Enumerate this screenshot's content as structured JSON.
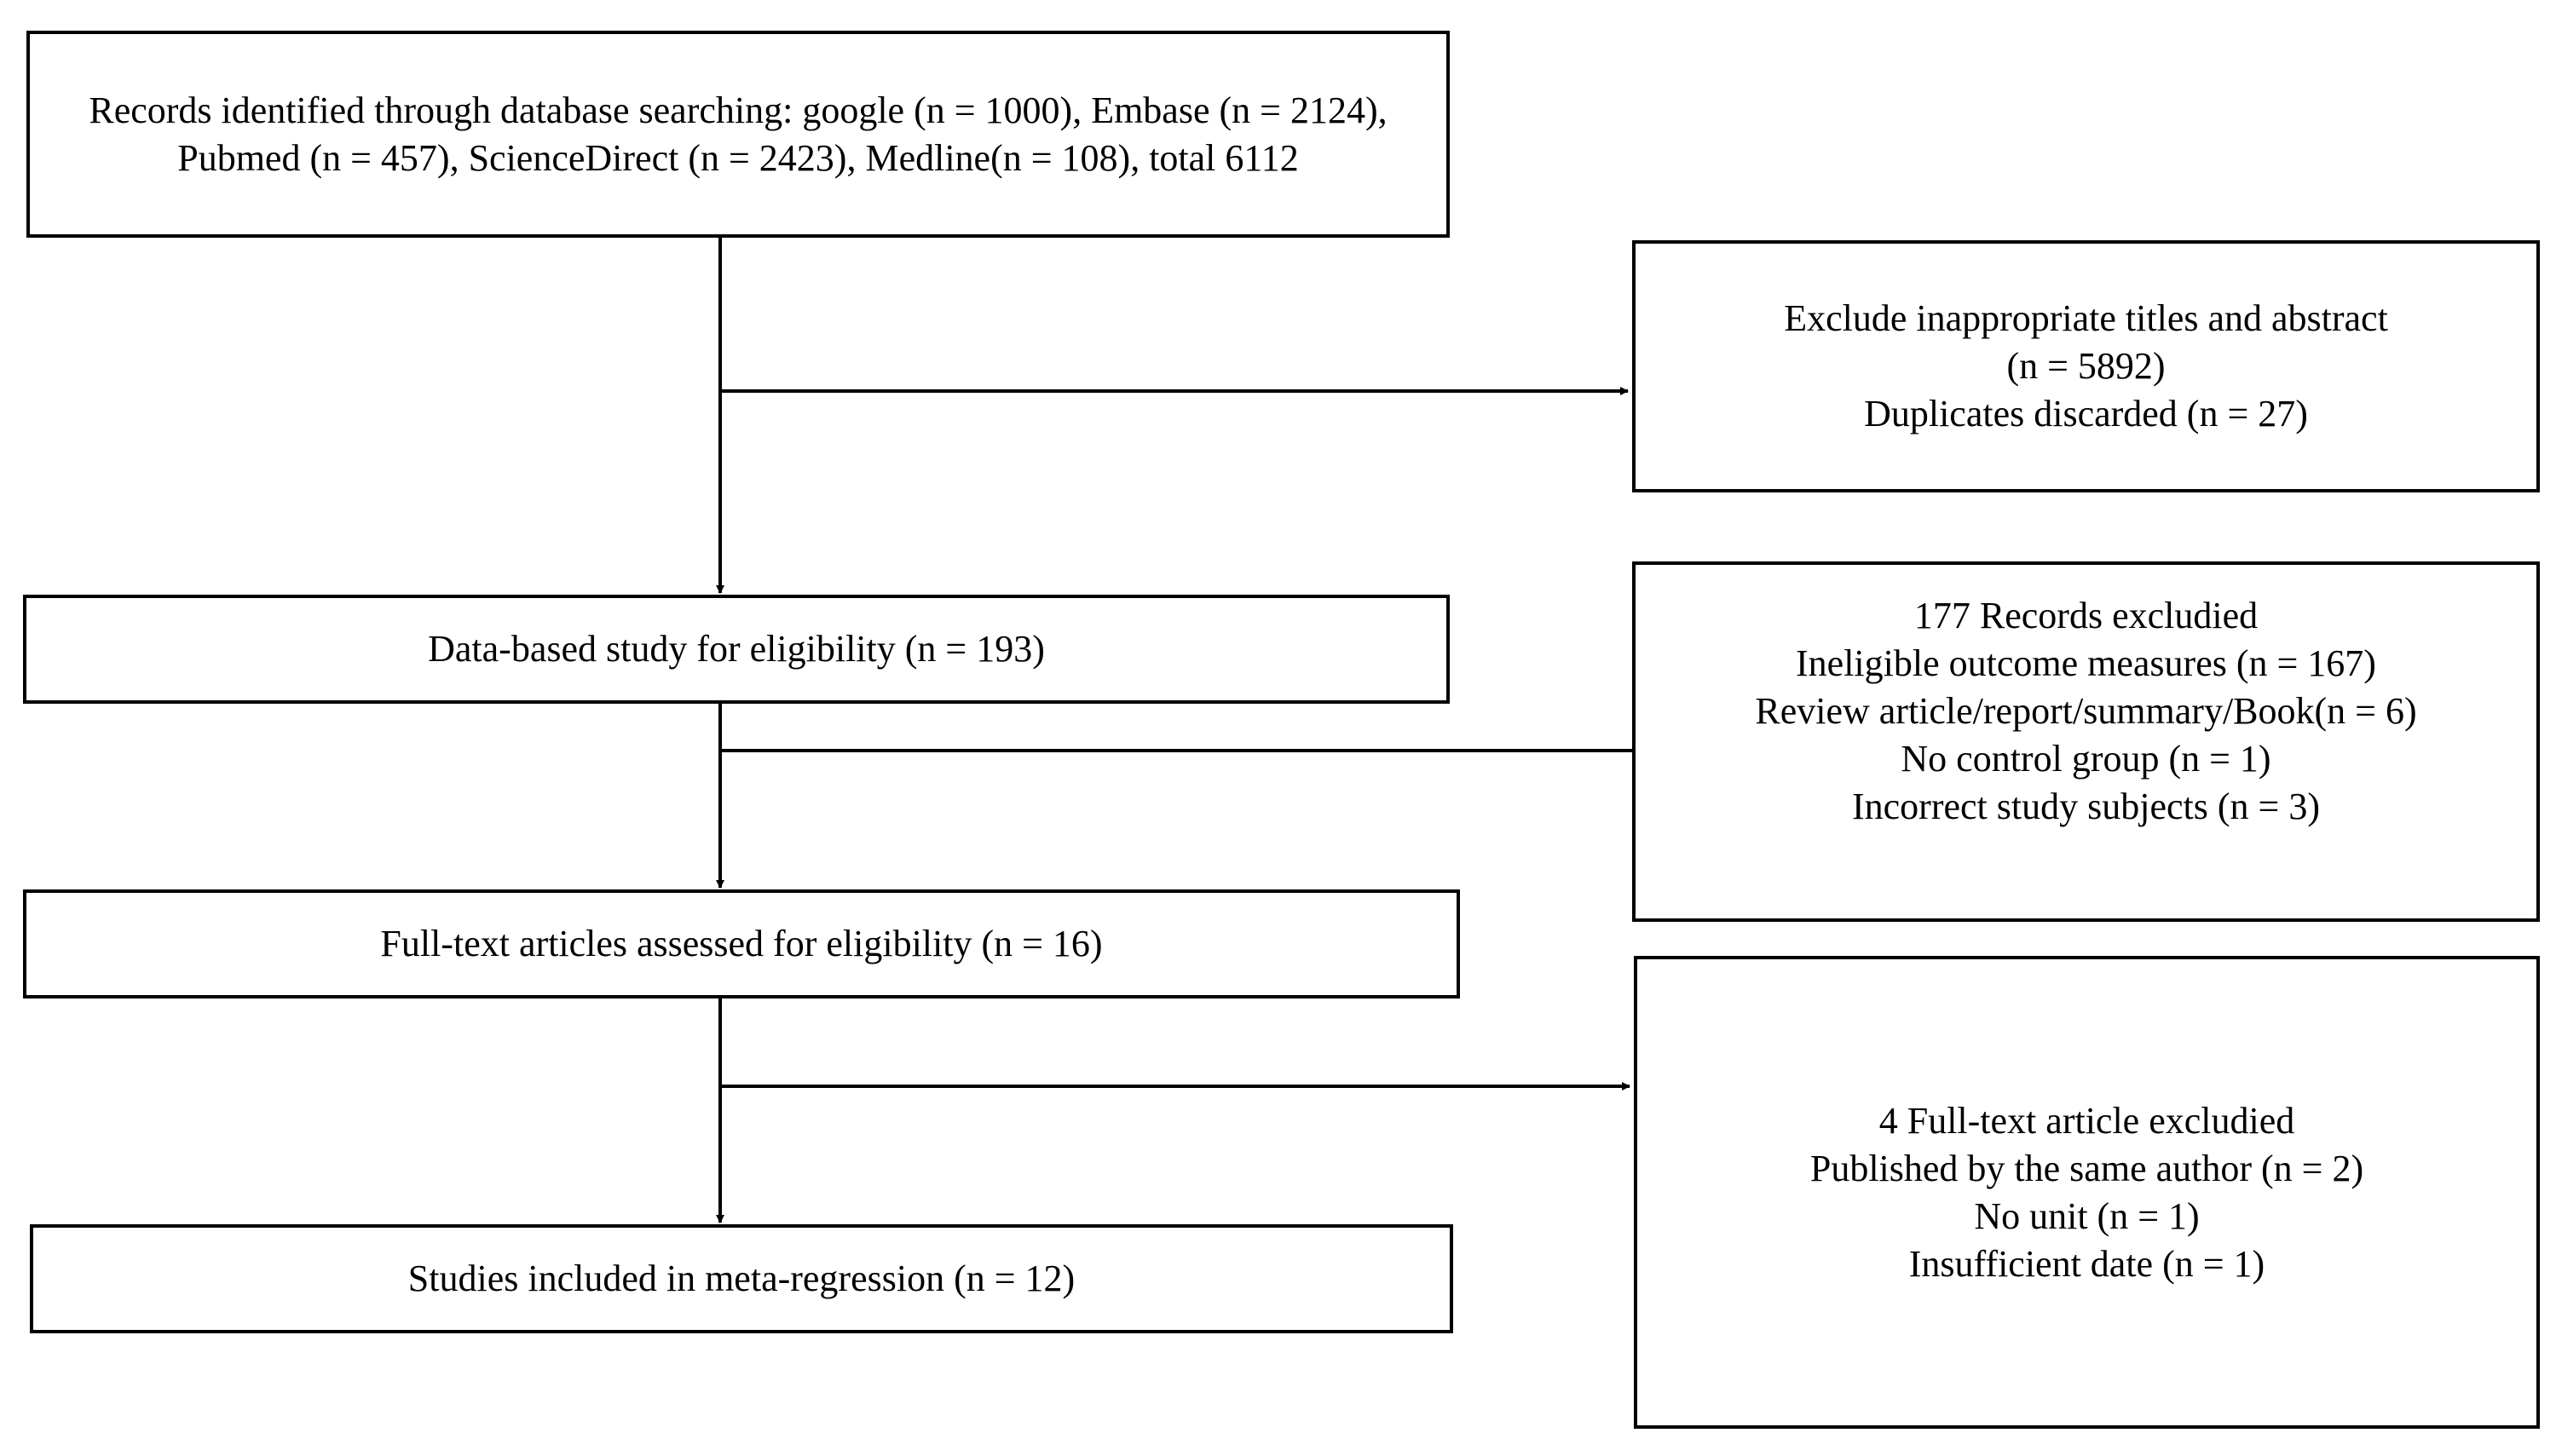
{
  "flow": {
    "records_identified": {
      "lines": [
        "Records identified through database searching: google (n = 1000), Embase (n = 2124),",
        "Pubmed (n = 457), ScienceDirect (n = 2423), Medline(n = 108), total 6112"
      ]
    },
    "exclude_titles": {
      "lines": [
        "Exclude inappropriate titles and abstract",
        "(n = 5892)",
        "Duplicates discarded (n = 27)"
      ]
    },
    "databased_study": {
      "lines": [
        "Data-based study for eligibility (n = 193)"
      ]
    },
    "records_excluded": {
      "lines": [
        "177 Records excludied",
        "Ineligible outcome measures (n = 167)",
        "Review article/report/summary/Book(n = 6)",
        "No control group (n = 1)",
        "Incorrect study subjects (n = 3)"
      ]
    },
    "fulltext_assessed": {
      "lines": [
        "Full-text articles assessed for eligibility (n = 16)"
      ]
    },
    "fulltext_excluded": {
      "lines": [
        "4 Full-text article excludied",
        "Published by the same author (n = 2)",
        "No unit (n = 1)",
        "Insufficient date (n = 1)"
      ]
    },
    "studies_included": {
      "lines": [
        "Studies included in meta-regression (n = 12)"
      ]
    }
  },
  "colors": {
    "stroke": "#000000",
    "background": "#ffffff"
  }
}
